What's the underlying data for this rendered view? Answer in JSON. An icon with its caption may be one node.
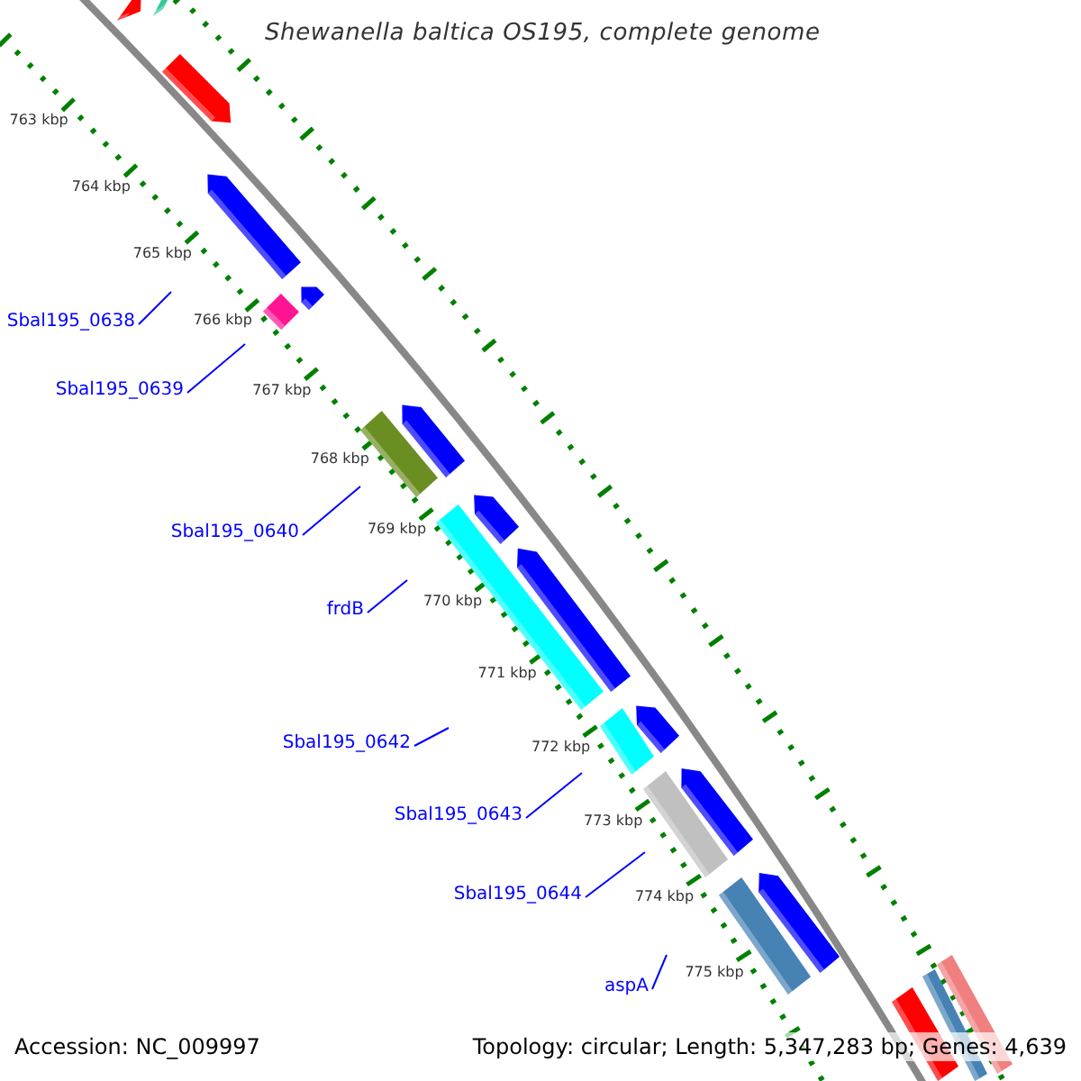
{
  "diagram": {
    "title": "Shewanella baltica OS195, complete genome",
    "nodes": [
      {
        "text": [
          "Sbal195_0638"
        ]
      },
      {
        "text": [
          "Sbal195_0639"
        ]
      },
      {
        "text": [
          "Sbal195_0640"
        ]
      },
      {
        "text": [
          "frdB"
        ]
      },
      {
        "text": [
          "Sbal195_0642"
        ]
      },
      {
        "text": [
          "Sbal195_0643"
        ]
      },
      {
        "text": [
          "Sbal195_0644"
        ]
      },
      {
        "text": [
          "aspA"
        ]
      }
    ],
    "edges": [
      {
        "from": 0,
        "to": null,
        "arrow": "none"
      },
      {
        "from": 1,
        "to": null,
        "arrow": "none"
      },
      {
        "from": 2,
        "to": null,
        "arrow": "none"
      },
      {
        "from": 3,
        "to": null,
        "arrow": "none"
      },
      {
        "from": 4,
        "to": null,
        "arrow": "none"
      },
      {
        "from": 5,
        "to": null,
        "arrow": "none"
      },
      {
        "from": 6,
        "to": null,
        "arrow": "none"
      },
      {
        "from": 7,
        "to": null,
        "arrow": "none"
      }
    ],
    "labels": [
      "763 kbp",
      "764 kbp",
      "765 kbp",
      "766 kbp",
      "767 kbp",
      "768 kbp",
      "769 kbp",
      "770 kbp",
      "771 kbp",
      "772 kbp",
      "773 kbp",
      "774 kbp",
      "775 kbp",
      "Accession: NC_009997",
      "Topology: circular; Length: 5,347,283 bp; Genes: 4,639"
    ]
  }
}
